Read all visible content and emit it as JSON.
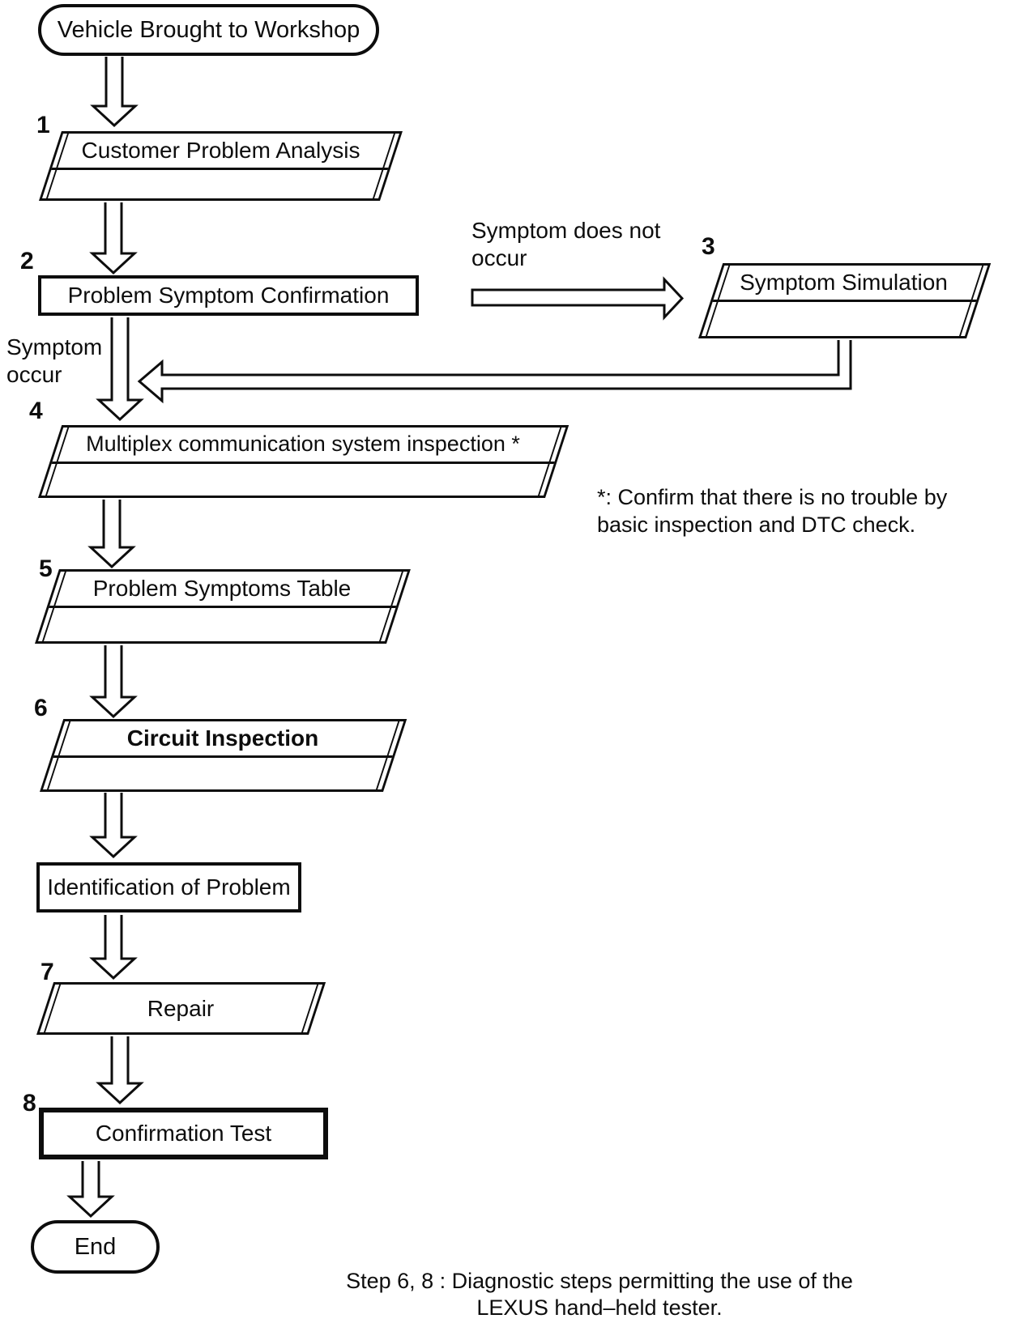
{
  "flow": {
    "start": {
      "label": "Vehicle Brought to Workshop"
    },
    "steps": [
      {
        "num": "1",
        "label": "Customer Problem Analysis"
      },
      {
        "num": "2",
        "label": "Problem Symptom Confirmation"
      },
      {
        "num": "3",
        "label": "Symptom Simulation"
      },
      {
        "num": "4",
        "label": "Multiplex communication system inspection *"
      },
      {
        "num": "5",
        "label": "Problem Symptoms Table"
      },
      {
        "num": "6",
        "label": "Circuit Inspection"
      },
      {
        "num": "7",
        "label": "Repair"
      },
      {
        "num": "8",
        "label": "Confirmation Test"
      }
    ],
    "identification": {
      "label": "Identification of Problem"
    },
    "end": {
      "label": "End"
    },
    "branch_labels": {
      "no_symptom": "Symptom does not\noccur",
      "symptom": "Symptom\noccur"
    },
    "note": "*: Confirm that there is no trouble by\nbasic inspection and DTC check.",
    "caption": "Step 6, 8 : Diagnostic steps permitting the use of the\nLEXUS hand–held tester."
  },
  "colors": {
    "ink": "#0d0d0d",
    "background": "#ffffff"
  }
}
